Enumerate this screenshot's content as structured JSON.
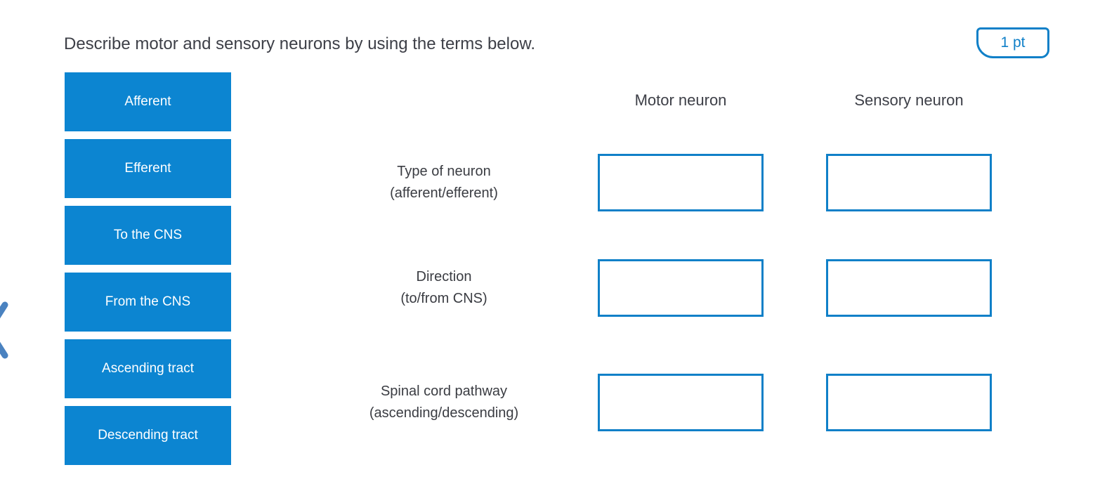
{
  "question": {
    "prompt": "Describe motor and sensory neurons by using the terms below.",
    "points_label": "1 pt"
  },
  "term_bank": {
    "terms": [
      "Afferent",
      "Efferent",
      "To the CNS",
      "From the CNS",
      "Ascending tract",
      "Descending tract"
    ]
  },
  "table": {
    "column_headers": [
      "Motor neuron",
      "Sensory neuron"
    ],
    "rows": [
      {
        "label_lines": [
          "Type of neuron",
          "(afferent/efferent)"
        ],
        "motor_value": "",
        "sensory_value": ""
      },
      {
        "label_lines": [
          "Direction",
          "(to/from CNS)"
        ],
        "motor_value": "",
        "sensory_value": ""
      },
      {
        "label_lines": [
          "Spinal cord pathway",
          "(ascending/descending)"
        ],
        "motor_value": "",
        "sensory_value": ""
      }
    ]
  },
  "icons": {
    "prev_chevron": "chevron-left-icon"
  },
  "colors": {
    "chip_blue": "#0c85d1",
    "border_blue": "#1080c8",
    "text_dark": "#3d3f47",
    "chevron_blue": "#4a82c0"
  }
}
